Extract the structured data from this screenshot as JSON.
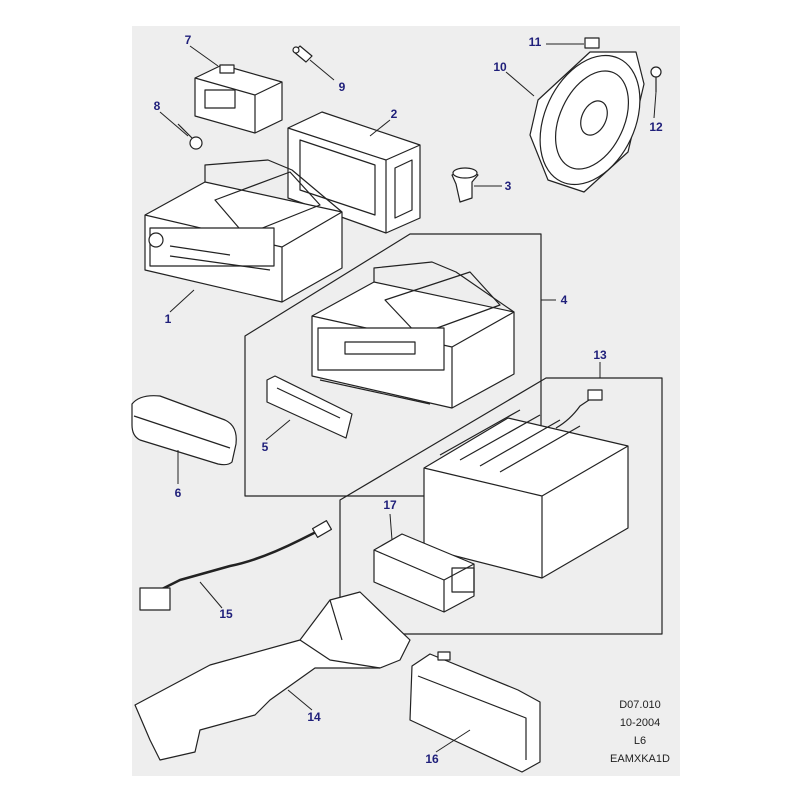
{
  "callouts": {
    "c1": "1",
    "c2": "2",
    "c3": "3",
    "c4": "4",
    "c5": "5",
    "c6": "6",
    "c7": "7",
    "c8": "8",
    "c9": "9",
    "c10": "10",
    "c11": "11",
    "c12": "12",
    "c13": "13",
    "c14": "14",
    "c15": "15",
    "c16": "16",
    "c17": "17"
  },
  "reference": {
    "diagram_code": "D07.010",
    "date": "10-2004",
    "level": "L6",
    "part_code": "EAMXKA1D"
  },
  "colors": {
    "callout": "#1f1f7a",
    "background": "#eeeeee",
    "line": "#222222"
  }
}
